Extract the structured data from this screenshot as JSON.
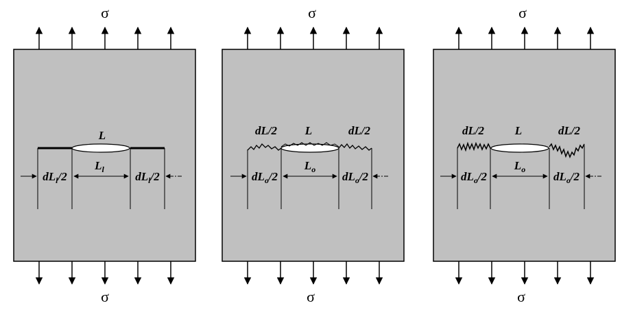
{
  "stress_symbol": "σ",
  "colors": {
    "plate": "#c0c0c0",
    "stroke": "#000000",
    "crack": "#ffffff"
  },
  "panels": [
    {
      "id": "left",
      "variant": "straight-extension",
      "crack_label": "L",
      "top_left_label": "",
      "top_right_label": "",
      "left_label": {
        "base": "dL",
        "sub": "l",
        "tail": "/2"
      },
      "center_label": {
        "base": "L",
        "sub": "l"
      },
      "right_label": {
        "base": "dL",
        "sub": "l",
        "tail": "/2"
      }
    },
    {
      "id": "middle",
      "variant": "rough-extension",
      "crack_label": "L",
      "top_left_label": "dL/2",
      "top_right_label": "dL/2",
      "left_label": {
        "base": "dL",
        "sub": "o",
        "tail": "/2"
      },
      "center_label": {
        "base": "L",
        "sub": "o"
      },
      "right_label": {
        "base": "dL",
        "sub": "o",
        "tail": "/2"
      }
    },
    {
      "id": "right",
      "variant": "very-rough-extension",
      "crack_label": "L",
      "top_left_label": "dL/2",
      "top_right_label": "dL/2",
      "left_label": {
        "base": "dL",
        "sub": "o",
        "tail": "/2"
      },
      "center_label": {
        "base": "L",
        "sub": "o"
      },
      "right_label": {
        "base": "dL",
        "sub": "o",
        "tail": "/2"
      }
    }
  ]
}
